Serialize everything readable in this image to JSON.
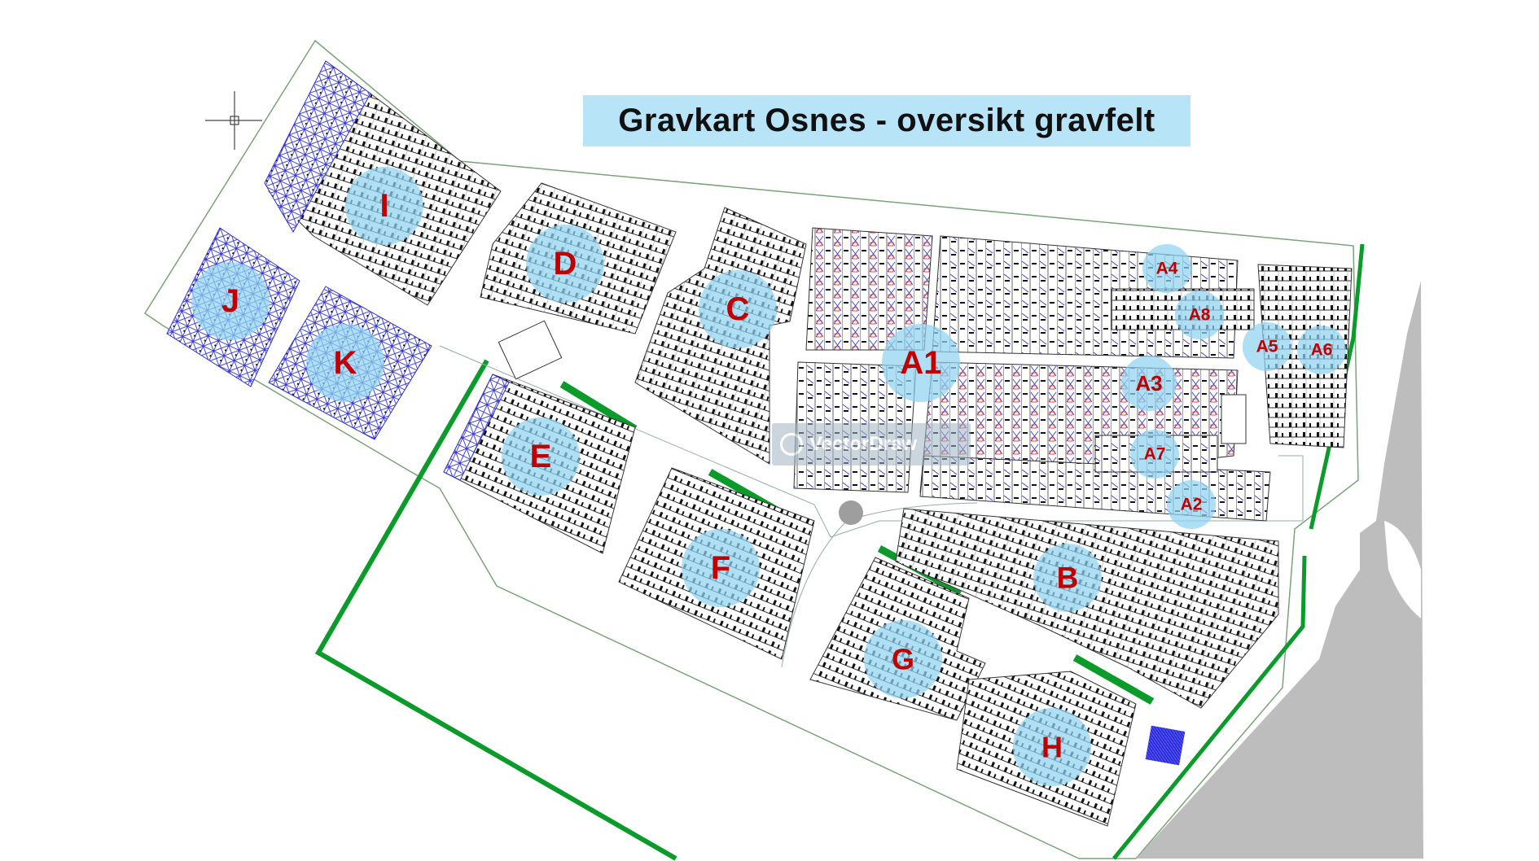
{
  "title": "Gravkart Osnes - oversikt gravfelt",
  "colors": {
    "title_background": "#b8e4f7",
    "field_circle": "#8fd3f0",
    "field_label": "#c00000",
    "hedge": "#0b9b2a",
    "road": "#bdbdbd",
    "grave_rows": "#222222",
    "blue_sections": "#2f2fd0",
    "red_sections": "#e02020",
    "outline": "#7aa37a"
  },
  "fields": [
    {
      "label": "I"
    },
    {
      "label": "J"
    },
    {
      "label": "K"
    },
    {
      "label": "D"
    },
    {
      "label": "C"
    },
    {
      "label": "E"
    },
    {
      "label": "F"
    },
    {
      "label": "A1"
    },
    {
      "label": "A4"
    },
    {
      "label": "A8"
    },
    {
      "label": "A5"
    },
    {
      "label": "A6"
    },
    {
      "label": "A3"
    },
    {
      "label": "A7"
    },
    {
      "label": "A2"
    },
    {
      "label": "B"
    },
    {
      "label": "G"
    },
    {
      "label": "H"
    }
  ],
  "watermark": "VectorDraw",
  "icons": [
    "crosshair-icon",
    "watermark-logo-icon"
  ]
}
